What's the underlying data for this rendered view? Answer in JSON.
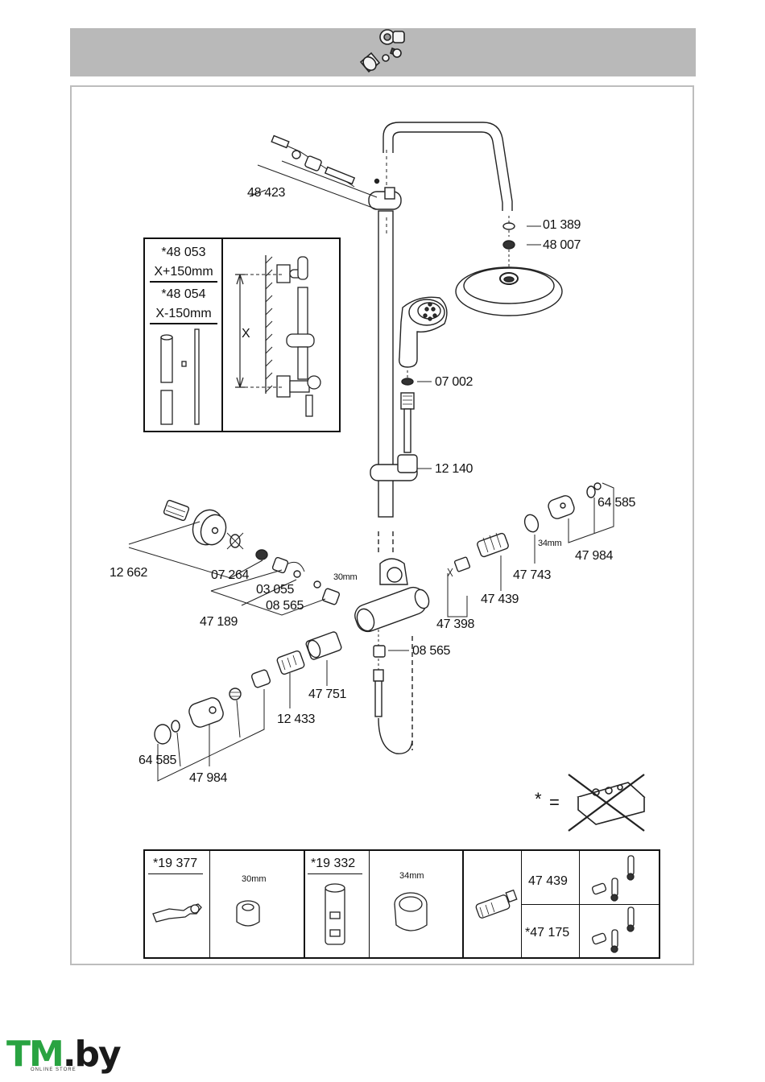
{
  "header": {
    "icon": "mounting-parts-icon"
  },
  "labels": {
    "p48423": "48 423",
    "p01389": "01 389",
    "p48007": "48 007",
    "p07002": "07 002",
    "p12140": "12 140",
    "p64585_r": "64 585",
    "p34mm_r": "34mm",
    "p47984_r": "47 984",
    "p47743": "47 743",
    "p47439": "47 439",
    "p47398": "47 398",
    "p12662": "12 662",
    "p07264": "07 264",
    "p03055": "03 055",
    "p08565_l": "08 565",
    "p47189": "47 189",
    "p30mm": "30mm",
    "p08565_b": "08 565",
    "p47751": "47 751",
    "p12433": "12 433",
    "p64585_l": "64 585",
    "p47984_l": "47 984"
  },
  "inset": {
    "code1": "*48 053",
    "dim1": "X+150mm",
    "code2": "*48 054",
    "dim2": "X-150mm",
    "x_label": "X"
  },
  "note": {
    "star": "*",
    "equals": "="
  },
  "tools": {
    "c1_code": "*19 377",
    "c2_size": "30mm",
    "c3_code": "*19 332",
    "c4_size": "34mm",
    "c6_code_top": "47 439",
    "c6_code_bottom": "*47 175"
  },
  "logo": {
    "main_green": "TM",
    "main_dark": ".by",
    "sub": "ONLINE STORE"
  },
  "colors": {
    "header": "#b9b9b9",
    "frame": "#bdbdbd",
    "logo_green": "#29a341"
  }
}
